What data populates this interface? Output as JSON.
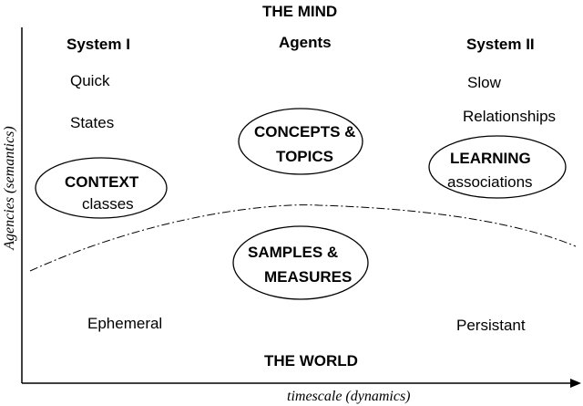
{
  "top_title": "THE MIND",
  "bottom_title": "THE WORLD",
  "columns": {
    "left": "System I",
    "center": "Agents",
    "right": "System II"
  },
  "left_attributes": [
    "Quick",
    "States"
  ],
  "right_attributes": [
    "Slow",
    "Relationships"
  ],
  "ovals": {
    "context": {
      "title": "CONTEXT",
      "subtitle": "classes"
    },
    "concepts": {
      "line1": "CONCEPTS &",
      "line2": "TOPICS"
    },
    "learning": {
      "title": "LEARNING",
      "subtitle": "associations"
    },
    "samples": {
      "line1": "SAMPLES &",
      "line2": "MEASURES"
    }
  },
  "bottom_left": "Ephemeral",
  "bottom_right": "Persistant",
  "axes": {
    "x_label": "timescale (dynamics)",
    "y_label": "Agencies (semantics)"
  }
}
